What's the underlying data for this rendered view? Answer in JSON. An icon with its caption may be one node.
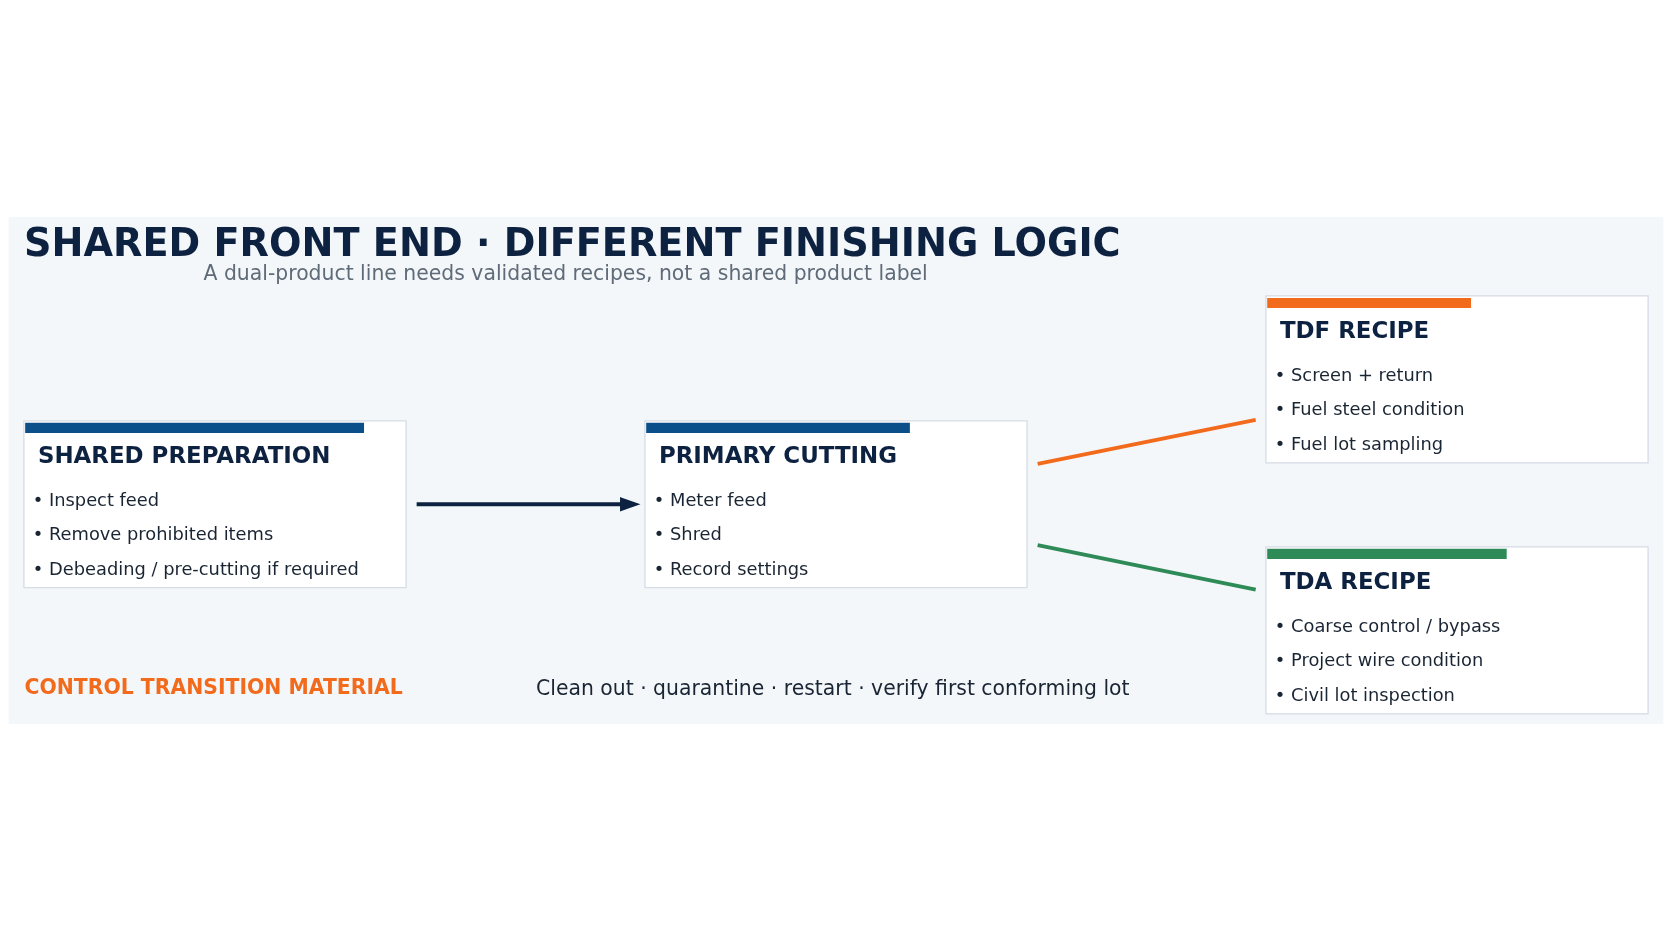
{
  "diagram": {
    "title": "SHARED FRONT END · DIFFERENT FINISHING LOGIC",
    "caption": "A dual-product line needs validated recipes, not a shared product label",
    "nodes": [
      {
        "text": [
          "SHARED PREPARATION",
          "• Inspect feed",
          "• Remove prohibited items",
          "• Debeading / pre-cutting if required"
        ]
      },
      {
        "text": [
          "PRIMARY CUTTING",
          "• Meter feed",
          "• Shred",
          "• Record settings"
        ]
      },
      {
        "text": [
          "TDF RECIPE",
          "• Screen + return",
          "• Fuel steel condition",
          "• Fuel lot sampling"
        ]
      },
      {
        "text": [
          "TDA RECIPE",
          "• Coarse control / bypass",
          "• Project wire condition",
          "• Civil lot inspection"
        ]
      }
    ],
    "edges": [
      {
        "from": 0,
        "to": 1,
        "arrow": "to"
      },
      {
        "from": 1,
        "to": 2,
        "arrow": "none",
        "color": "#f26b1d"
      },
      {
        "from": 1,
        "to": 3,
        "arrow": "none",
        "color": "#2e8b57"
      }
    ],
    "labels": [
      "CONTROL TRANSITION MATERIAL",
      "Clean out · quarantine · restart · verify first conforming lot"
    ]
  }
}
